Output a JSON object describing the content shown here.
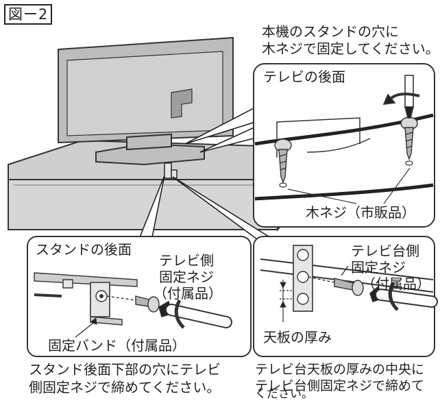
{
  "figure_label": "図ー2",
  "top_caption": [
    "本機のスタンドの穴に",
    "木ネジで固定してください。"
  ],
  "panel_tv_rear": {
    "title": "テレビの後面",
    "screw_label": "木ネジ（市販品）"
  },
  "panel_stand_rear": {
    "title": "スタンドの後面",
    "screw_label": [
      "テレビ側",
      "固定ネジ",
      "（付属品）"
    ],
    "band_label": "固定バンド（付属品）"
  },
  "panel_tv_stand": {
    "screw_label": [
      "テレビ台側",
      "固定ネジ",
      "（付属品）"
    ],
    "thickness_label": "天板の厚み"
  },
  "bottom_left_caption": [
    "スタンド後面下部の穴にテレビ",
    "側固定ネジで締めてください。"
  ],
  "bottom_right_caption": [
    "テレビ台天板の厚みの中央に",
    "テレビ台側固定ネジで締めて",
    "ください。"
  ]
}
